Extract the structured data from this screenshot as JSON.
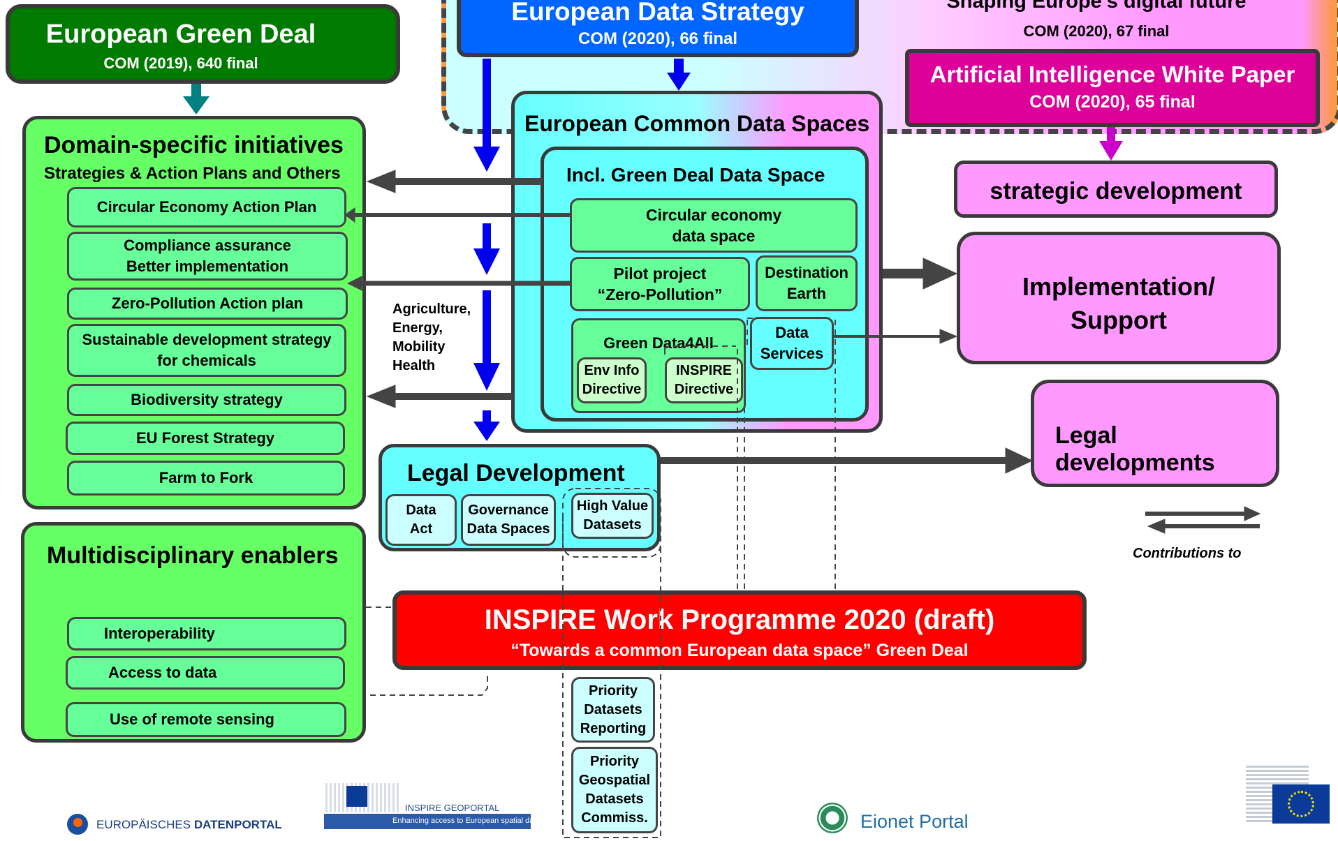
{
  "headers": {
    "green_deal": {
      "title": "European Green Deal",
      "ref": "COM (2019), 640 final"
    },
    "data_strategy": {
      "title": "European Data Strategy",
      "ref": "COM (2020), 66 final"
    },
    "digital_future": {
      "title": "Shaping Europe’s digital future",
      "ref": "COM (2020), 67 final"
    },
    "ai_white_paper": {
      "title": "Artificial Intelligence White Paper",
      "ref": "COM (2020), 65 final"
    }
  },
  "domain": {
    "title": "Domain-specific initiatives",
    "subtitle": "Strategies & Action Plans and Others",
    "items": [
      "Circular Economy Action Plan",
      "Compliance assurance\nBetter implementation",
      "Zero-Pollution Action plan",
      "Sustainable development strategy\nfor chemicals",
      "Biodiversity strategy",
      "EU Forest Strategy",
      "Farm to Fork"
    ]
  },
  "enablers": {
    "title": "Multidisciplinary enablers",
    "items": [
      "Interoperability",
      "Access to data",
      "Use of remote sensing"
    ]
  },
  "sectors": "Agriculture,\nEnergy,\nMobility\nHealth",
  "data_spaces": {
    "title": "European Common Data Spaces",
    "green_title": "Incl. Green Deal Data Space",
    "circular": "Circular economy\ndata space",
    "pilot": "Pilot project\n“Zero-Pollution”",
    "destination": "Destination\nEarth",
    "green4all": "Green Data4All",
    "env_info": "Env Info\nDirective",
    "inspire_dir": "INSPIRE\nDirective",
    "data_services": "Data\nServices"
  },
  "legal_dev": {
    "title": "Legal Development",
    "data_act": "Data\nAct",
    "governance": "Governance\nData Spaces",
    "hvd": "High Value\nDatasets"
  },
  "right": {
    "strategic": "strategic development",
    "implementation": "Implementation/\nSupport",
    "legal": "Legal developments",
    "legend": "Contributions to"
  },
  "inspire_wp": {
    "title": "INSPIRE Work Programme 2020 (draft)",
    "subtitle": "“Towards a common European data space” Green Deal"
  },
  "priority": {
    "reporting": "Priority\nDatasets\nReporting",
    "geospatial": "Priority\nGeospatial\nDatasets\nCommiss."
  },
  "footer": {
    "datenportal_a": "EUROPÄISCHES ",
    "datenportal_b": "DATENPORTAL",
    "geoportal_title": "INSPIRE GEOPORTAL",
    "geoportal_sub": "Enhancing access to European spatial data",
    "eionet": "Eionet Portal"
  },
  "colors": {
    "dark_green": "#007a00",
    "light_green": "#66ff66",
    "mint": "#66ff99",
    "cyan": "#66ffff",
    "pink": "#ff99ff",
    "magenta": "#dd0099",
    "blue": "#0066ff",
    "red": "#ff0000",
    "arrow_blue": "#0000ee",
    "teal": "#008080"
  }
}
